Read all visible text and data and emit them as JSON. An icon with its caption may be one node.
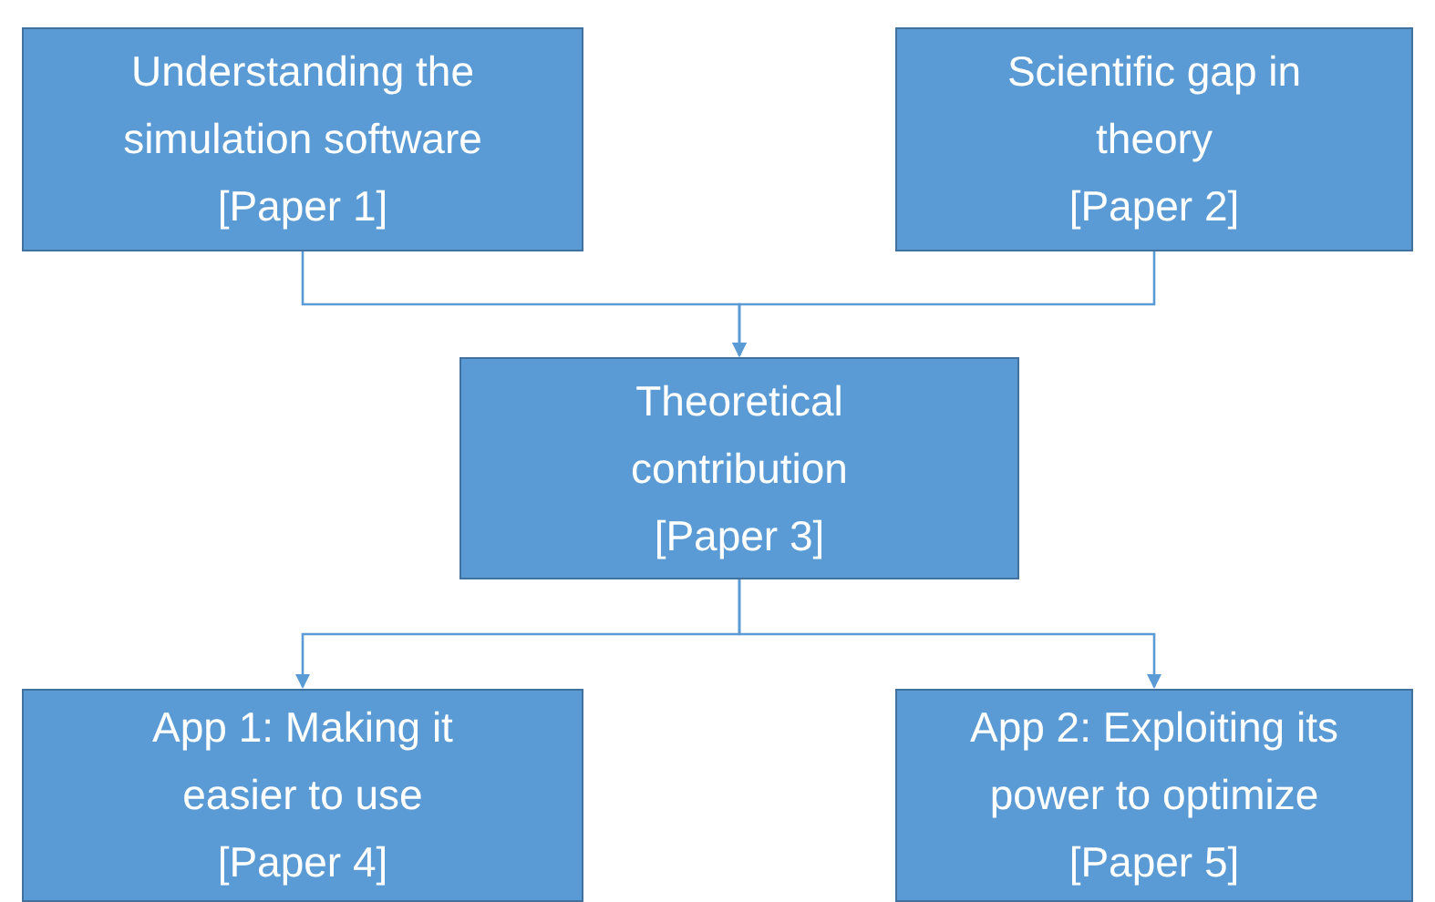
{
  "diagram": {
    "nodes": [
      {
        "text": [
          "Understanding the simulation software",
          "[Paper 1]"
        ]
      },
      {
        "text": [
          "Scientific gap in theory",
          "[Paper 2]"
        ]
      },
      {
        "text": [
          "Theoretical contribution",
          "[Paper 3]"
        ]
      },
      {
        "text": [
          "App 1: Making it easier to use",
          "[Paper 4]"
        ]
      },
      {
        "text": [
          "App 2: Exploiting its power to optimize",
          "[Paper 5]"
        ]
      }
    ],
    "edges": [
      {
        "from": 0,
        "to": 2,
        "arrow": "to"
      },
      {
        "from": 1,
        "to": 2,
        "arrow": "to"
      },
      {
        "from": 2,
        "to": 3,
        "arrow": "to"
      },
      {
        "from": 2,
        "to": 4,
        "arrow": "to"
      }
    ]
  }
}
